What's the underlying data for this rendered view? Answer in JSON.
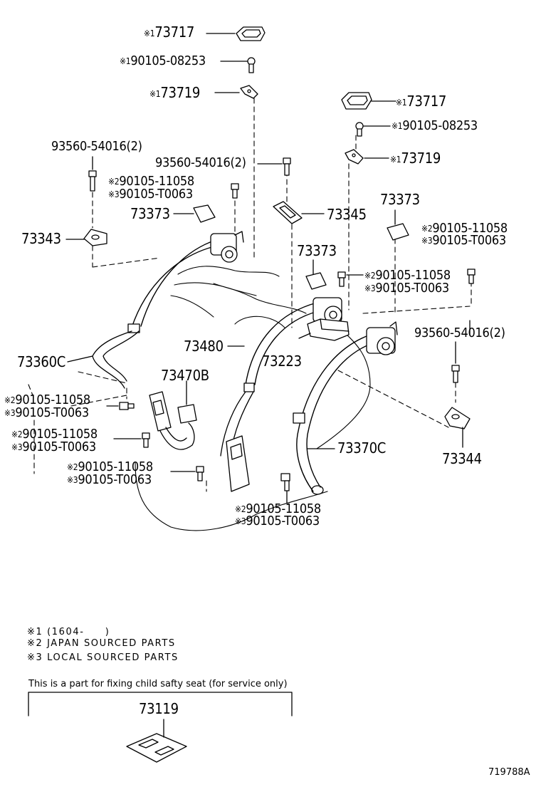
{
  "labels": {
    "l01": {
      "mark": "※1",
      "text": "73717"
    },
    "l02": {
      "mark": "※1",
      "text": "90105-08253"
    },
    "l03": {
      "mark": "※1",
      "text": "73719"
    },
    "l04": {
      "mark": "※1",
      "text": "73717"
    },
    "l05": {
      "mark": "※1",
      "text": "90105-08253"
    },
    "l06": {
      "mark": "※1",
      "text": "73719"
    },
    "l07": {
      "mark": "",
      "text": "93560-54016(2)"
    },
    "l08": {
      "mark": "",
      "text": "93560-54016(2)"
    },
    "l09": {
      "mark": "※2",
      "text": "90105-11058"
    },
    "l10": {
      "mark": "※3",
      "text": "90105-T0063"
    },
    "l11": {
      "mark": "",
      "text": "73373"
    },
    "l12": {
      "mark": "",
      "text": "73345"
    },
    "l13": {
      "mark": "",
      "text": "73373"
    },
    "l14": {
      "mark": "",
      "text": "73343"
    },
    "l15": {
      "mark": "※2",
      "text": "90105-11058"
    },
    "l16": {
      "mark": "※3",
      "text": "90105-T0063"
    },
    "l17": {
      "mark": "",
      "text": "73373"
    },
    "l18": {
      "mark": "※2",
      "text": "90105-11058"
    },
    "l19": {
      "mark": "※3",
      "text": "90105-T0063"
    },
    "l20": {
      "mark": "",
      "text": "73480"
    },
    "l21": {
      "mark": "",
      "text": "73223"
    },
    "l22": {
      "mark": "",
      "text": "93560-54016(2)"
    },
    "l23": {
      "mark": "",
      "text": "73360C"
    },
    "l24": {
      "mark": "",
      "text": "73470B"
    },
    "l25": {
      "mark": "※2",
      "text": "90105-11058"
    },
    "l26": {
      "mark": "※3",
      "text": "90105-T0063"
    },
    "l27": {
      "mark": "※2",
      "text": "90105-11058"
    },
    "l28": {
      "mark": "※3",
      "text": "90105-T0063"
    },
    "l29": {
      "mark": "",
      "text": "73370C"
    },
    "l30": {
      "mark": "",
      "text": "73344"
    },
    "l31": {
      "mark": "※2",
      "text": "90105-11058"
    },
    "l32": {
      "mark": "※3",
      "text": "90105-T0063"
    },
    "l33": {
      "mark": "※2",
      "text": "90105-11058"
    },
    "l34": {
      "mark": "※3",
      "text": "90105-T0063"
    }
  },
  "notes": [
    "※1 (1604-　　)",
    "※2 JAPAN SOURCED PARTS",
    "※3 LOCAL SOURCED PARTS"
  ],
  "service_box": {
    "caption": "This is a part for fixing child safty seat (for service only)",
    "part_number": "73119"
  },
  "diagram_code": "719788A"
}
